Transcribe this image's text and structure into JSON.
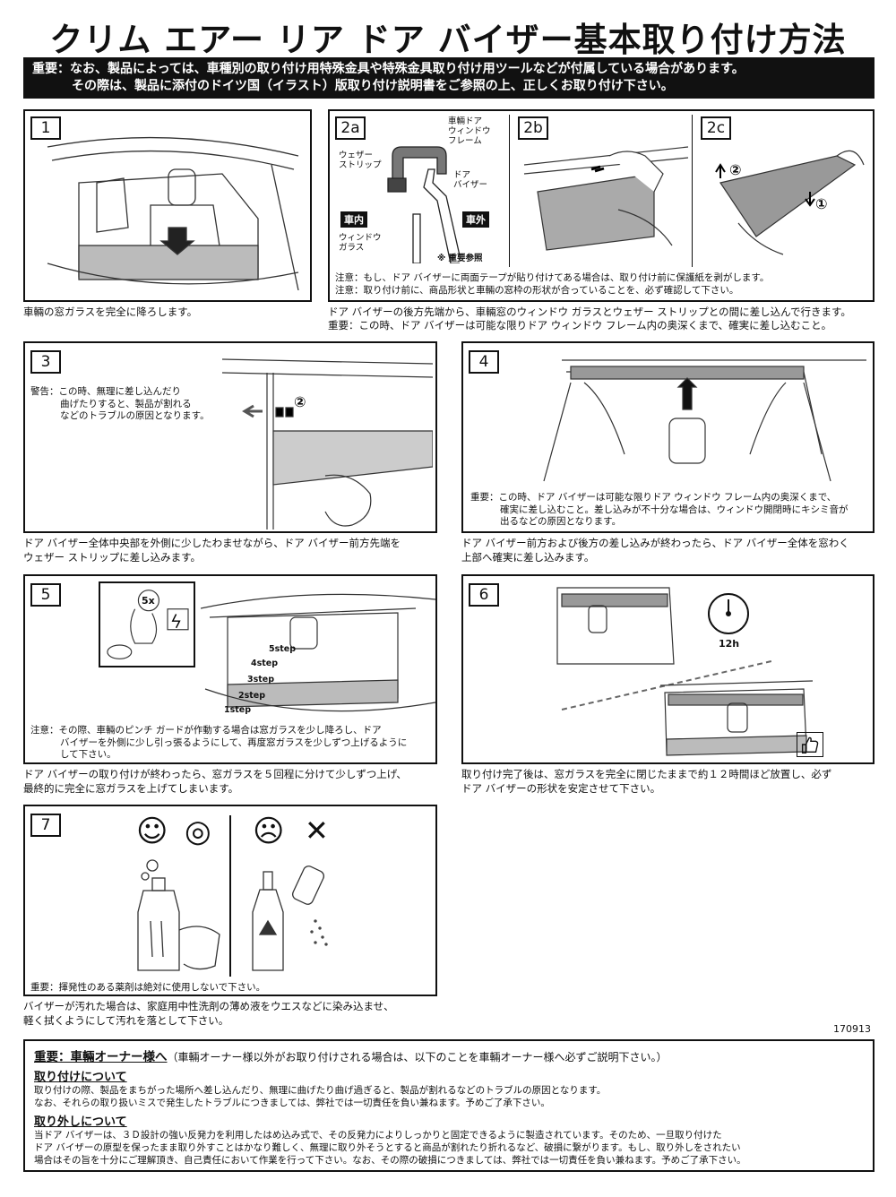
{
  "title": "クリム エアー リア ドア バイザー基本取り付け方法",
  "notice": {
    "line1": "重要：なお、製品によっては、車種別の取り付け用特殊金具や特殊金具取り付け用ツールなどが付属している場合があります。",
    "line2": "その際は、製品に添付のドイツ国（イラスト）版取り付け説明書をご参照の上、正しくお取り付け下さい。"
  },
  "step1": {
    "num": "1",
    "caption": "車輛の窓ガラスを完全に降ろします。"
  },
  "step2": {
    "nums": [
      "2a",
      "2b",
      "2c"
    ],
    "labels": {
      "frame": "車輛ドア\nウィンドウ\nフレーム",
      "strip": "ウェザー\nストリップ",
      "visor": "ドア\nバイザー",
      "inside": "車内",
      "outside": "車外",
      "glass": "ウィンドウ\nガラス",
      "ref": "※ 重要参照"
    },
    "notes": [
      "注意：もし、ドア バイザーに両面テープが貼り付けてある場合は、取り付け前に保護紙を剥がします。",
      "注意：取り付け前に、商品形状と車輛の窓枠の形状が合っていることを、必ず確認して下さい。"
    ],
    "caption": [
      "ドア バイザーの後方先端から、車輛窓のウィンドウ ガラスとウェザー ストリップとの間に差し込んで行きます。",
      "重要：この時、ドア バイザーは可能な限りドア ウィンドウ フレーム内の奥深くまで、確実に差し込むこと。"
    ],
    "marks": {
      "one": "①",
      "two": "②"
    }
  },
  "step3": {
    "num": "3",
    "warning": [
      "警告：この時、無理に差し込んだり",
      "曲げたりすると、製品が割れる",
      "などのトラブルの原因となります。"
    ],
    "mark": "②",
    "caption": [
      "ドア バイザー全体中央部を外側に少したわませながら、ドア バイザー前方先端を",
      "ウェザー ストリップに差し込みます。"
    ]
  },
  "step4": {
    "num": "4",
    "note": [
      "重要：この時、ドア バイザーは可能な限りドア ウィンドウ フレーム内の奥深くまで、",
      "確実に差し込むこと。差し込みが不十分な場合は、ウィンドウ開閉時にキシミ音が",
      "出るなどの原因となります。"
    ],
    "caption": [
      "ドア バイザー前方および後方の差し込みが終わったら、ドア バイザー全体を窓わく",
      "上部へ確実に差し込みます。"
    ]
  },
  "step5": {
    "num": "5",
    "badge": "5x",
    "steps": [
      "1step",
      "2step",
      "3step",
      "4step",
      "5step"
    ],
    "note": [
      "注意：その際、車輛のピンチ ガードが作動する場合は窓ガラスを少し降ろし、ドア",
      "バイザーを外側に少し引っ張るようにして、再度窓ガラスを少しずつ上げるように",
      "して下さい。"
    ],
    "caption": [
      "ドア バイザーの取り付けが終わったら、窓ガラスを５回程に分けて少しずつ上げ、",
      "最終的に完全に窓ガラスを上げてしまいます。"
    ]
  },
  "step6": {
    "num": "6",
    "clock": "12h",
    "caption": [
      "取り付け完了後は、窓ガラスを完全に閉じたままで約１２時間ほど放置し、必ず",
      "ドア バイザーの形状を安定させて下さい。"
    ]
  },
  "step7": {
    "num": "7",
    "good": [
      "☺",
      "◎"
    ],
    "bad": [
      "☹",
      "✕"
    ],
    "note": "重要：揮発性のある薬剤は絶対に使用しないで下さい。",
    "caption": [
      "バイザーが汚れた場合は、家庭用中性洗剤の薄め液をウエスなどに染み込ませ、",
      "軽く拭くようにして汚れを落として下さい。"
    ]
  },
  "code": "170913",
  "bottom": {
    "head": "重要：車輛オーナー様へ",
    "head_sub": "（車輛オーナー様以外がお取り付けされる場合は、以下のことを車輛オーナー様へ必ずご説明下さい。）",
    "install_title": "取り付けについて",
    "install_text": [
      "取り付けの際、製品をまちがった場所へ差し込んだり、無理に曲げたり曲げ過ぎると、製品が割れるなどのトラブルの原因となります。",
      "なお、それらの取り扱いミスで発生したトラブルにつきましては、弊社では一切責任を負い兼ねます。予めご了承下さい。"
    ],
    "remove_title": "取り外しについて",
    "remove_text": [
      "当ドア バイザーは、３Ｄ設計の強い反発力を利用したはめ込み式で、その反発力によりしっかりと固定できるように製造されています。そのため、一旦取り付けた",
      "ドア バイザーの原型を保ったまま取り外すことはかなり難しく、無理に取り外そうとすると商品が割れたり折れるなど、破損に繋がります。もし、取り外しをされたい",
      "場合はその旨を十分にご理解頂き、自己責任において作業を行って下さい。なお、その際の破損につきましては、弊社では一切責任を負い兼ねます。予めご了承下さい。"
    ]
  }
}
